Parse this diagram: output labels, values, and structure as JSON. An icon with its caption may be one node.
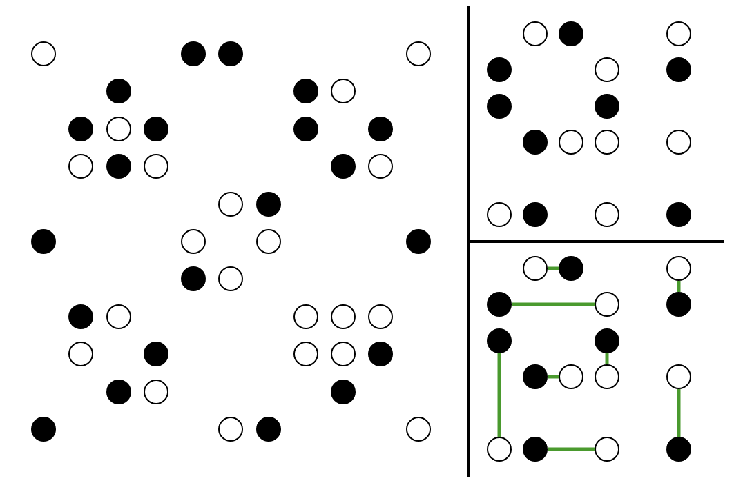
{
  "diagram": {
    "nodes": [
      {
        "text": [],
        "shape": "circle"
      },
      {
        "text": [],
        "shape": "dot"
      },
      {
        "text": [],
        "shape": "dot"
      },
      {
        "text": [],
        "shape": "circle"
      },
      {
        "text": [],
        "shape": "dot"
      },
      {
        "text": [],
        "shape": "dot"
      },
      {
        "text": [],
        "shape": "circle"
      },
      {
        "text": [],
        "shape": "dot"
      },
      {
        "text": [],
        "shape": "circle"
      },
      {
        "text": [],
        "shape": "dot"
      },
      {
        "text": [],
        "shape": "dot"
      },
      {
        "text": [],
        "shape": "dot"
      },
      {
        "text": [],
        "shape": "circle"
      },
      {
        "text": [],
        "shape": "dot"
      },
      {
        "text": [],
        "shape": "circle"
      },
      {
        "text": [],
        "shape": "dot"
      },
      {
        "text": [],
        "shape": "circle"
      },
      {
        "text": [],
        "shape": "circle"
      },
      {
        "text": [],
        "shape": "dot"
      },
      {
        "text": [],
        "shape": "dot"
      },
      {
        "text": [],
        "shape": "circle"
      },
      {
        "text": [],
        "shape": "circle"
      },
      {
        "text": [],
        "shape": "dot"
      },
      {
        "text": [],
        "shape": "dot"
      },
      {
        "text": [],
        "shape": "circle"
      },
      {
        "text": [],
        "shape": "dot"
      },
      {
        "text": [],
        "shape": "circle"
      },
      {
        "text": [],
        "shape": "circle"
      },
      {
        "text": [],
        "shape": "circle"
      },
      {
        "text": [],
        "shape": "circle"
      },
      {
        "text": [],
        "shape": "circle"
      },
      {
        "text": [],
        "shape": "dot"
      },
      {
        "text": [],
        "shape": "circle"
      },
      {
        "text": [],
        "shape": "circle"
      },
      {
        "text": [],
        "shape": "dot"
      },
      {
        "text": [],
        "shape": "dot"
      },
      {
        "text": [],
        "shape": "circle"
      },
      {
        "text": [],
        "shape": "dot"
      },
      {
        "text": [],
        "shape": "dot"
      },
      {
        "text": [],
        "shape": "circle"
      },
      {
        "text": [],
        "shape": "dot"
      },
      {
        "text": [],
        "shape": "circle"
      },
      {
        "text": [],
        "shape": "circle"
      },
      {
        "text": [],
        "shape": "dot"
      },
      {
        "text": [],
        "shape": "circle"
      },
      {
        "text": [],
        "shape": "dot"
      },
      {
        "text": [],
        "shape": "circle"
      },
      {
        "text": [],
        "shape": "dot"
      },
      {
        "text": [],
        "shape": "dot"
      },
      {
        "text": [],
        "shape": "dot"
      },
      {
        "text": [],
        "shape": "dot"
      },
      {
        "text": [],
        "shape": "circle"
      },
      {
        "text": [],
        "shape": "circle"
      },
      {
        "text": [],
        "shape": "circle"
      },
      {
        "text": [],
        "shape": "circle"
      },
      {
        "text": [],
        "shape": "dot"
      },
      {
        "text": [],
        "shape": "circle"
      },
      {
        "text": [],
        "shape": "dot"
      },
      {
        "text": [],
        "shape": "circle"
      },
      {
        "text": [],
        "shape": "dot"
      },
      {
        "text": [],
        "shape": "circle"
      },
      {
        "text": [],
        "shape": "dot"
      },
      {
        "text": [],
        "shape": "circle"
      },
      {
        "text": [],
        "shape": "dot"
      },
      {
        "text": [],
        "shape": "dot"
      },
      {
        "text": [],
        "shape": "dot"
      },
      {
        "text": [],
        "shape": "dot"
      },
      {
        "text": [],
        "shape": "circle"
      },
      {
        "text": [],
        "shape": "circle"
      },
      {
        "text": [],
        "shape": "circle"
      },
      {
        "text": [],
        "shape": "circle"
      },
      {
        "text": [],
        "shape": "dot"
      },
      {
        "text": [],
        "shape": "circle"
      },
      {
        "text": [],
        "shape": "dot"
      }
    ],
    "edges": [
      {
        "from": 58,
        "to": 59,
        "arrow": "none"
      },
      {
        "from": 60,
        "to": 63,
        "arrow": "none"
      },
      {
        "from": 61,
        "to": 62,
        "arrow": "none"
      },
      {
        "from": 64,
        "to": 70,
        "arrow": "none"
      },
      {
        "from": 65,
        "to": 68,
        "arrow": "none"
      },
      {
        "from": 66,
        "to": 67,
        "arrow": "none"
      },
      {
        "from": 71,
        "to": 72,
        "arrow": "none"
      },
      {
        "from": 69,
        "to": 73,
        "arrow": "none"
      }
    ]
  }
}
